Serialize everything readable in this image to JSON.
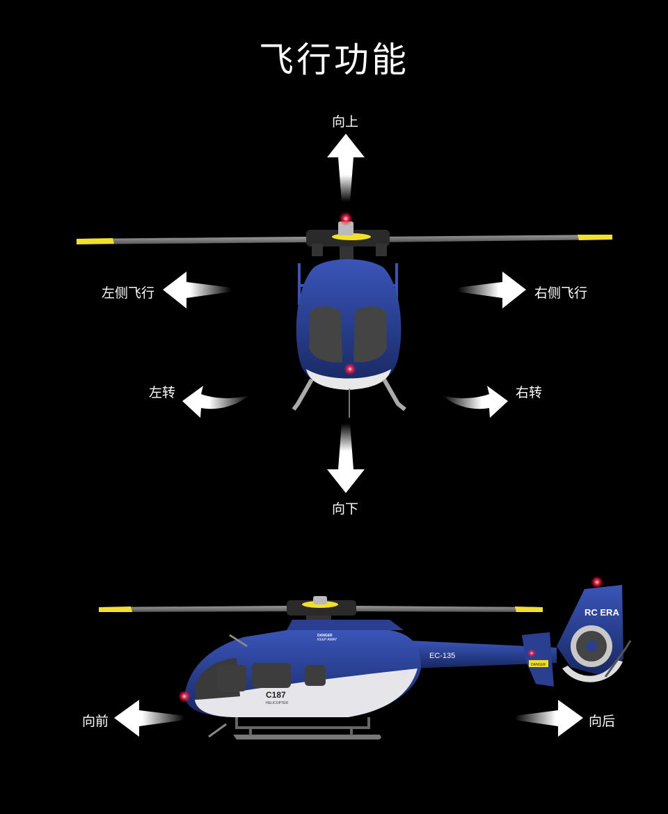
{
  "title": "飞行功能",
  "labels": {
    "up": "向上",
    "down": "向下",
    "left_side": "左侧飞行",
    "right_side": "右侧飞行",
    "turn_left": "左转",
    "turn_right": "右转",
    "forward": "向前",
    "backward": "向后"
  },
  "heli_markings": {
    "tail_logo": "RC ERA",
    "tail_model": "EC-135",
    "body_model": "C187",
    "body_sub": "HELICOPTER",
    "danger": "DANGER",
    "keep_away": "KEEP AWAY",
    "tail_danger": "DANGER"
  },
  "colors": {
    "background": "#000000",
    "body_blue": "#2a3f8f",
    "blade_tip": "#f2e12a",
    "arrow": "#ffffff"
  }
}
